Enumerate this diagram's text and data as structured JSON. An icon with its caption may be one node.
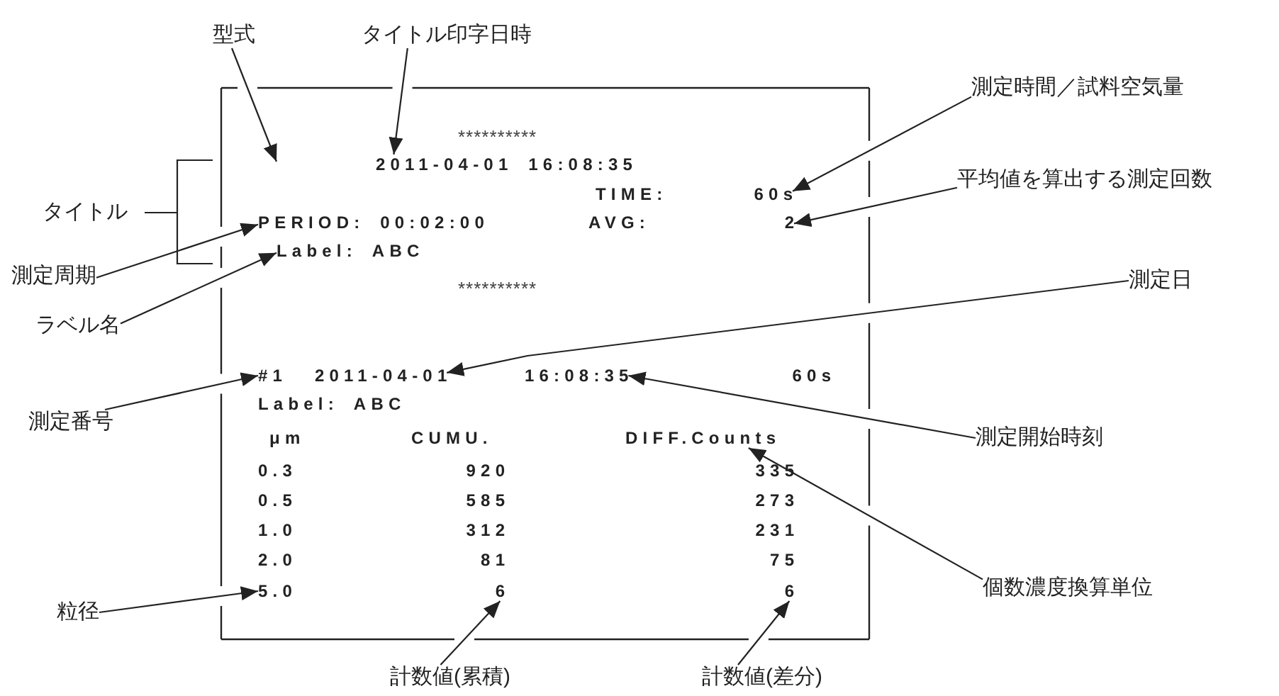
{
  "diagram": {
    "nodes": [
      {
        "text": [
          "型式"
        ]
      },
      {
        "text": [
          "タイトル印字日時"
        ]
      },
      {
        "text": [
          "測定時間／試料空気量"
        ]
      },
      {
        "text": [
          "2011-04-01 16:08:35"
        ]
      },
      {
        "text": [
          "60s"
        ]
      },
      {
        "text": [
          "平均値を算出する測定回数"
        ]
      },
      {
        "text": [
          "PERIOD: 00:02:00"
        ]
      },
      {
        "text": [
          "2"
        ]
      },
      {
        "text": [
          "測定周期"
        ]
      },
      {
        "text": [
          "Label: ABC"
        ]
      },
      {
        "text": [
          "ラベル名"
        ]
      },
      {
        "text": [
          "測定日"
        ]
      },
      {
        "text": [
          "#1"
        ]
      },
      {
        "text": [
          "2011-04-01"
        ]
      },
      {
        "text": [
          "16:08:35"
        ]
      },
      {
        "text": [
          "測定番号"
        ]
      },
      {
        "text": [
          "測定開始時刻"
        ]
      },
      {
        "text": [
          "DIFF.Counts"
        ]
      },
      {
        "text": [
          "5.0"
        ]
      },
      {
        "text": [
          "6"
        ]
      },
      {
        "text": [
          "6"
        ]
      },
      {
        "text": [
          "個数濃度換算単位"
        ]
      },
      {
        "text": [
          "粒径"
        ]
      },
      {
        "text": [
          "計数値(累積)"
        ]
      },
      {
        "text": [
          "計数値(差分)"
        ]
      }
    ],
    "edges": [
      {
        "from": 0,
        "to": null,
        "arrow": "to"
      },
      {
        "from": 1,
        "to": 3,
        "arrow": "to"
      },
      {
        "from": 2,
        "to": 4,
        "arrow": "to"
      },
      {
        "from": 5,
        "to": 7,
        "arrow": "to"
      },
      {
        "from": 8,
        "to": 6,
        "arrow": "to"
      },
      {
        "from": 10,
        "to": 9,
        "arrow": "to"
      },
      {
        "from": 11,
        "to": 13,
        "arrow": "to"
      },
      {
        "from": 15,
        "to": 12,
        "arrow": "to"
      },
      {
        "from": 16,
        "to": 14,
        "arrow": "to"
      },
      {
        "from": 21,
        "to": 17,
        "arrow": "to"
      },
      {
        "from": 22,
        "to": 18,
        "arrow": "to"
      },
      {
        "from": 23,
        "to": 19,
        "arrow": "to"
      },
      {
        "from": 24,
        "to": 20,
        "arrow": "to"
      }
    ],
    "labels": [
      "**********",
      "TIME:",
      "タイトル",
      "AVG:",
      "**********",
      "60s",
      "Label: ABC",
      "μm",
      "CUMU.",
      "0.3",
      "920",
      "335",
      "0.5",
      "585",
      "273",
      "1.0",
      "312",
      "231",
      "2.0",
      "81",
      "75"
    ]
  }
}
